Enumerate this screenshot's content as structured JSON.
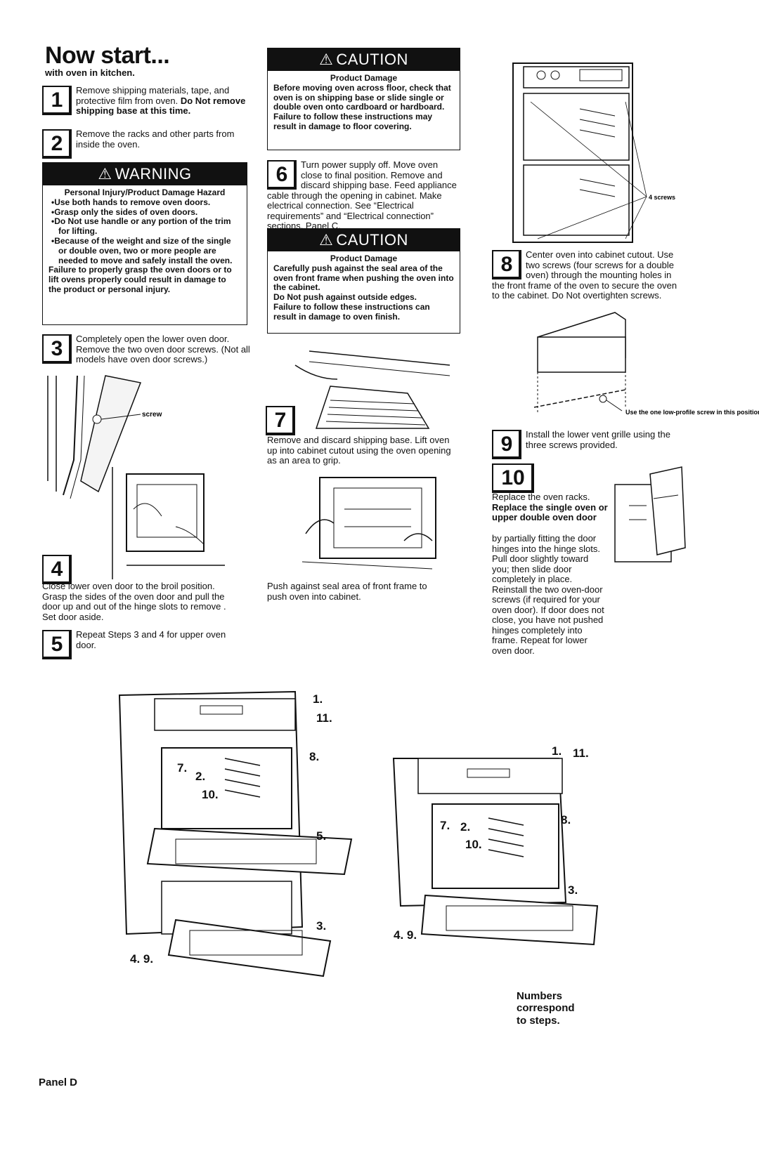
{
  "header": {
    "title": "Now start...",
    "subtitle": "with oven in kitchen."
  },
  "steps": {
    "s1": {
      "num": "1",
      "text_a": "Remove shipping materials, tape, and protective film from oven.",
      "text_b": "Do Not remove shipping base at this time."
    },
    "s2": {
      "num": "2",
      "text": "Remove the racks and other parts from inside the oven."
    },
    "s3": {
      "num": "3",
      "text": "Completely open the lower oven door. Remove the two oven door screws. (Not all models have oven door screws.)"
    },
    "s4": {
      "num": "4",
      "text": "Close lower oven door to the broil position. Grasp the sides of the oven door and pull the door up and out of the hinge slots to remove . Set door aside."
    },
    "s5": {
      "num": "5",
      "text": "Repeat Steps 3 and 4 for upper oven door."
    },
    "s6": {
      "num": "6",
      "text": "Turn power supply off. Move oven close to final position. Remove and discard shipping base. Feed appliance cable through the opening in cabinet. Make electrical connection. See “Electrical requirements” and “Electrical connection” sections, Panel C."
    },
    "s7": {
      "num": "7",
      "text": "Remove and discard shipping base. Lift oven up into cabinet cutout using the oven opening as an area to grip."
    },
    "s7b": {
      "text": "Push against seal area of front frame to push oven into cabinet."
    },
    "s8": {
      "num": "8",
      "text": "Center oven into cabinet cutout. Use two screws (four screws for a double oven) through the mounting holes in the front frame of the oven to secure the oven to the cabinet. Do Not overtighten screws."
    },
    "s9": {
      "num": "9",
      "text": "Install the lower vent grille using the three screws provided."
    },
    "s10": {
      "num": "10",
      "line1": "Replace the oven racks.",
      "bold": "Replace the single oven or upper double oven door",
      "rest": "by partially fitting the door hinges into the hinge slots. Pull door slightly toward you; then slide door completely in place. Reinstall the two oven-door screws (if required for your oven door). If door does not close, you have not pushed hinges completely into frame. Repeat for lower oven door."
    }
  },
  "warning": {
    "heading": "WARNING",
    "subheading": "Personal Injury/Product Damage Hazard",
    "items": [
      "Use both hands to remove oven doors.",
      "Grasp only the sides of oven doors.",
      "Do Not use handle or any portion of the trim for lifting.",
      "Because of the weight and size of the single or double oven, two or more people are needed to move and safely install the oven."
    ],
    "footer": "Failure to properly grasp the oven doors or to lift ovens properly could result in damage to the product or personal injury."
  },
  "caution1": {
    "heading": "CAUTION",
    "subheading": "Product Damage",
    "body": "Before moving oven across floor, check that oven is on shipping base or slide single or double oven onto cardboard or hardboard.",
    "footer": "Failure to follow these instructions may result in damage to floor covering."
  },
  "caution2": {
    "heading": "CAUTION",
    "subheading": "Product Damage",
    "body": "Carefully push against the seal area of the oven front frame when pushing the oven into the cabinet.",
    "line2": "Do Not push against outside edges.",
    "footer": "Failure to follow these instructions can result in damage to oven finish."
  },
  "labels": {
    "screw": "screw",
    "four_screws": "4 screws",
    "low_profile": "Use the one low-profile screw in this position."
  },
  "diagram": {
    "double": {
      "a": "1.",
      "b": "11.",
      "c": "8.",
      "d": "7.",
      "e": "2.",
      "f": "10.",
      "g": "5.",
      "h": "3.",
      "i": "4. 9."
    },
    "single": {
      "a": "1.",
      "b": "11.",
      "c": "8.",
      "d": "7.",
      "e": "2.",
      "f": "10.",
      "g": "3.",
      "h": "4. 9."
    },
    "note": "Numbers correspond to steps."
  },
  "footer": {
    "panel": "Panel D"
  }
}
